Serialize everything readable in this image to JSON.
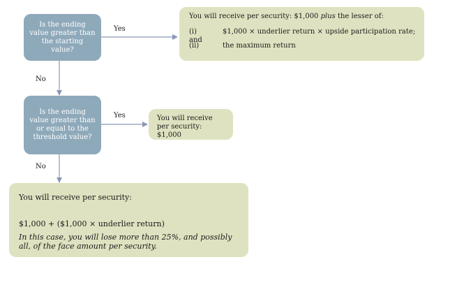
{
  "questions": {
    "q1": "Is the ending value greater than the starting value?",
    "q2": "Is the ending value greater than or equal to the threshold value?"
  },
  "labels": {
    "yes1": "Yes",
    "no1": "No",
    "yes2": "Yes",
    "no2": "No"
  },
  "results": {
    "r1": {
      "head_pre": "You will receive per security: $1,000 ",
      "head_em": "plus",
      "head_post": " the lesser of:",
      "items": [
        {
          "num": "(i)",
          "text": "$1,000 × underlier return × upside participation rate; and"
        },
        {
          "num": "(ii)",
          "text": "the maximum return"
        }
      ]
    },
    "r2": "You will receive per security: $1,000",
    "r3": {
      "line1": "You will receive per security:",
      "line2": "$1,000 + ($1,000 × underlier return)",
      "line3": "In this case, you will lose more than 25%, and possibly all, of the face amount per security."
    }
  },
  "colors": {
    "question_box": "#8ea9ba",
    "result_box": "#dfe2c0",
    "arrow": "#8a96b5"
  }
}
